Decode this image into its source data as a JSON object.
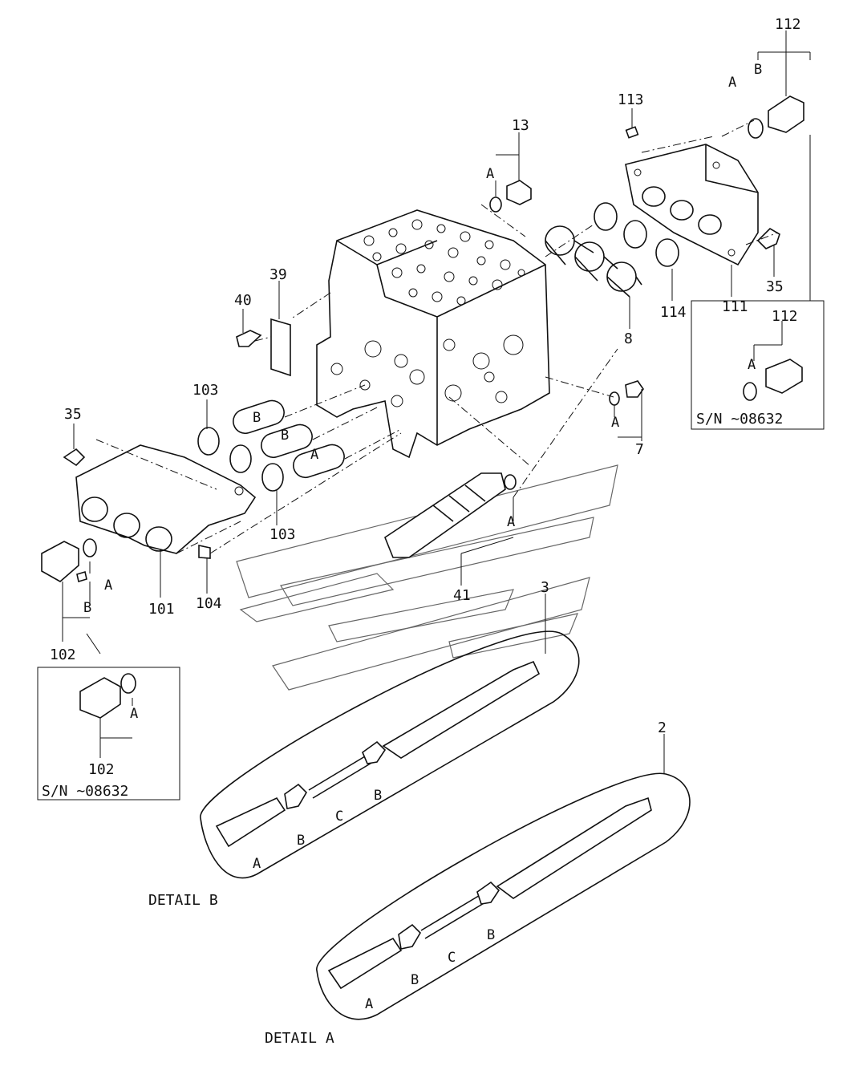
{
  "callouts": {
    "c112_top": "112",
    "c113": "113",
    "c13": "13",
    "c39": "39",
    "c40": "40",
    "c35_left": "35",
    "c35_right": "35",
    "c103_top": "103",
    "c103_bottom": "103",
    "c114": "114",
    "c111": "111",
    "c8": "8",
    "c7": "7",
    "c101": "101",
    "c104": "104",
    "c102_main": "102",
    "c41": "41",
    "c3": "3",
    "c2": "2",
    "c112_inset": "112",
    "c102_inset": "102"
  },
  "letters": {
    "a112": "A",
    "b112": "B",
    "a13": "A",
    "a7": "A",
    "a41": "A",
    "a102": "A",
    "b102": "B",
    "a_inset_right": "A",
    "a_inset_left": "A",
    "sleeve_b1": "B",
    "sleeve_b2": "B",
    "sleeve_a": "A",
    "db_a": "A",
    "db_b1": "B",
    "db_c": "C",
    "db_b2": "B",
    "da_a": "A",
    "da_b1": "B",
    "da_c": "C",
    "da_b2": "B"
  },
  "insets": {
    "right_sn": "S/N ~08632",
    "left_sn": "S/N ~08632"
  },
  "details": {
    "detail_b": "DETAIL B",
    "detail_a": "DETAIL A"
  }
}
